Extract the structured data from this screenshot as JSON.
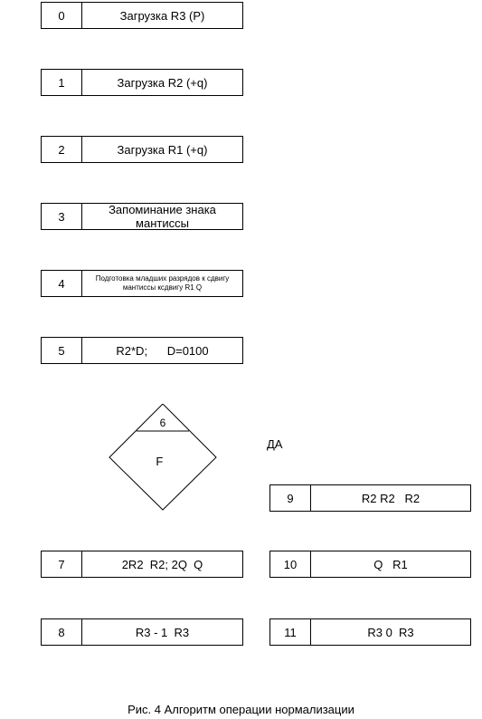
{
  "blocks_left": [
    {
      "num": "0",
      "text": "Загрузка R3 (P)"
    },
    {
      "num": "1",
      "text": "Загрузка R2 (+q)"
    },
    {
      "num": "2",
      "text": "Загрузка R1 (+q)"
    },
    {
      "num": "3",
      "text": "Запоминание знака мантиссы"
    },
    {
      "num": "4",
      "text": "Подготовка младших разрядов к сдвигу мантиссы ксдвигу R1  Q"
    },
    {
      "num": "5",
      "text": "R2*D;      D=0100"
    }
  ],
  "decision": {
    "num": "6",
    "text": "F  ",
    "branch_label": "ДА"
  },
  "blocks_bottom_left": [
    {
      "num": "7",
      "text": "2R2  R2; 2Q  Q"
    },
    {
      "num": "8",
      "text": "R3 - 1  R3"
    }
  ],
  "blocks_right": [
    {
      "num": "9",
      "text": "R2 R2   R2"
    },
    {
      "num": "10",
      "text": "Q   R1"
    },
    {
      "num": "11",
      "text": "R3 0  R3"
    }
  ],
  "caption": "Рис. 4 Алгоритм операции нормализации"
}
